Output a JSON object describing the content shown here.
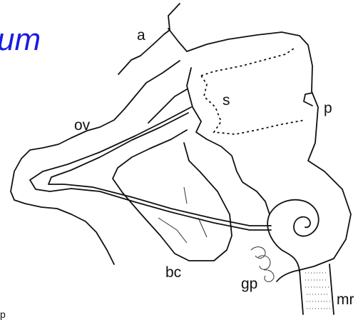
{
  "title_fragment": "um",
  "corner_fragment": "p",
  "labels": {
    "a": "a",
    "s": "s",
    "p": "p",
    "ov": "ov",
    "bc": "bc",
    "gp": "gp",
    "mr": "mr"
  },
  "colors": {
    "title": "#1a1ae6",
    "lines": "#111111",
    "background": "#ffffff"
  }
}
